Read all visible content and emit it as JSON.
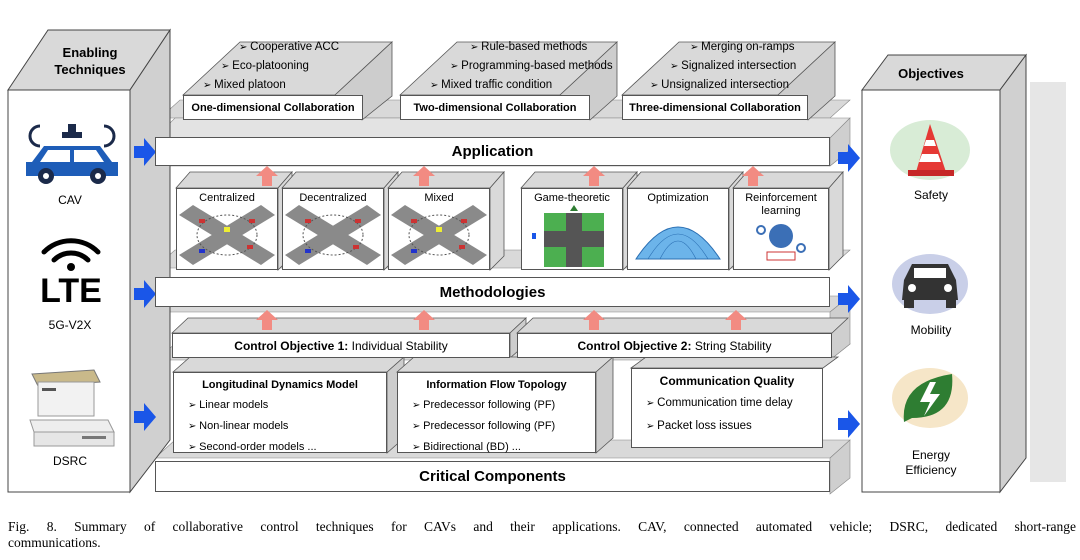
{
  "left_panel": {
    "title_line1": "Enabling",
    "title_line2": "Techniques",
    "items": [
      "CAV",
      "5G-V2X",
      "DSRC"
    ],
    "lte_text": "LTE"
  },
  "right_panel": {
    "title": "Objectives",
    "items": [
      "Safety",
      "Mobility",
      "Energy",
      "Efficiency"
    ]
  },
  "applications": {
    "boxes": [
      {
        "items": [
          "Cooperative ACC",
          "Eco-platooning",
          "Mixed platoon"
        ],
        "label": "One-dimensional Collaboration"
      },
      {
        "items": [
          "Rule-based methods",
          "Programming-based methods",
          "Mixed traffic condition"
        ],
        "label": "Two-dimensional Collaboration"
      },
      {
        "items": [
          "Merging on-ramps",
          "Signalized intersection",
          "Unsignalized intersection"
        ],
        "label": "Three-dimensional Collaboration"
      }
    ],
    "bar": "Application"
  },
  "methodologies": {
    "cubes": [
      "Centralized",
      "Decentralized",
      "Mixed",
      "Game-theoretic",
      "Optimization",
      "Reinforcement learning"
    ],
    "bar": "Methodologies"
  },
  "control_objectives": [
    {
      "bold": "Control Objective 1:",
      "text": " Individual Stability"
    },
    {
      "bold": "Control Objective 2:",
      "text": " String Stability"
    }
  ],
  "components": {
    "boxes": [
      {
        "title": "Longitudinal Dynamics Model",
        "items": [
          "Linear models",
          "Non-linear models",
          "Second-order models ..."
        ]
      },
      {
        "title": "Information Flow Topology",
        "items": [
          "Predecessor following (PF)",
          "Predecessor following (PF)",
          "Bidirectional (BD) ..."
        ]
      },
      {
        "title": "Communication Quality",
        "items": [
          "Communication time delay",
          "Packet loss issues"
        ]
      }
    ],
    "bar": "Critical Components"
  },
  "caption": {
    "line1": "Fig. 8.  Summary of collaborative control techniques for CAVs and their applications. CAV, connected automated vehicle; DSRC, dedicated short-range",
    "line2": "communications."
  },
  "colors": {
    "arrow_red": "#f28b82",
    "arrow_blue": "#1a56e8",
    "shelf_grey": "#d9d9d9"
  }
}
